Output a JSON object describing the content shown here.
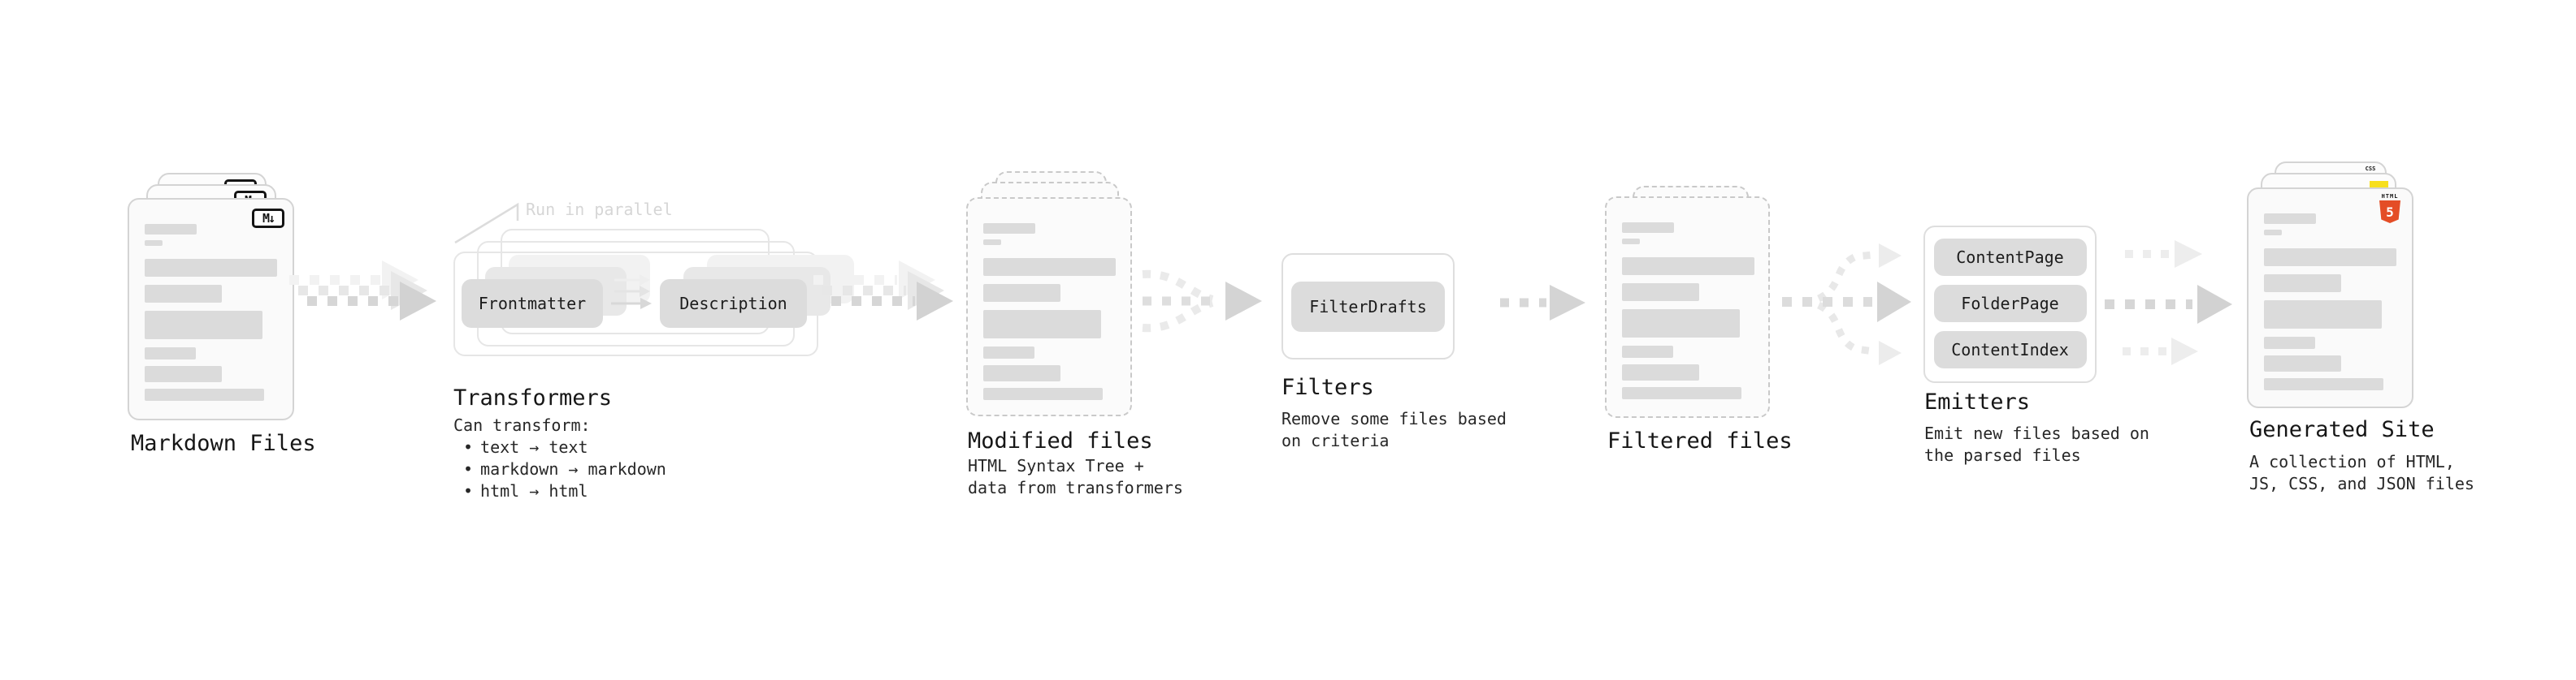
{
  "ui": {
    "bullet": "•"
  },
  "diagram": {
    "stages": {
      "markdown_files": {
        "title": "Markdown Files",
        "badge": "M↓"
      },
      "transformers": {
        "title": "Transformers",
        "annotation": "Run in parallel",
        "transformer_boxes": [
          "Frontmatter",
          "Description"
        ],
        "description_heading": "Can transform:",
        "transform_items": [
          "text → text",
          "markdown → markdown",
          "html → html"
        ]
      },
      "modified_files": {
        "title": "Modified files",
        "description_lines": [
          "HTML Syntax Tree +",
          "data from transformers"
        ]
      },
      "filters": {
        "title": "Filters",
        "filter_boxes": [
          "FilterDrafts"
        ],
        "description_lines": [
          "Remove some files based",
          "on criteria"
        ]
      },
      "filtered_files": {
        "title": "Filtered files"
      },
      "emitters": {
        "title": "Emitters",
        "emitter_boxes": [
          "ContentPage",
          "FolderPage",
          "ContentIndex"
        ],
        "description_lines": [
          "Emit new files based on",
          "the parsed files"
        ]
      },
      "generated_site": {
        "title": "Generated Site",
        "description_lines": [
          "A collection of HTML,",
          "JS, CSS, and JSON files"
        ],
        "file_badges": {
          "html": {
            "label": "HTML",
            "number": "5"
          },
          "css": "CSS"
        }
      }
    },
    "colors": {
      "html5_orange": "#e44d26",
      "js_yellow": "#f7df1e",
      "css_blue": "#2965f1",
      "bar_gray": "#dbdbdb",
      "arrow_gray": "#d4d4d4",
      "annotation_gray": "#d6d6d6"
    }
  }
}
